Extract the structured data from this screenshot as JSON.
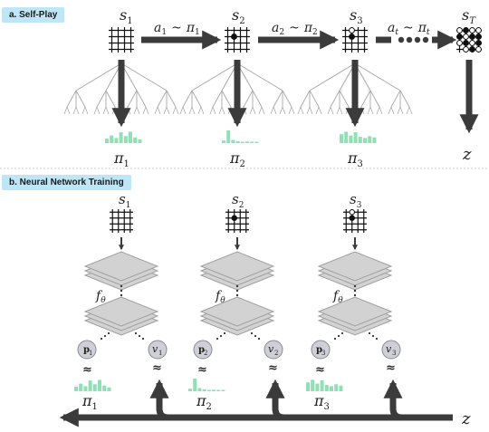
{
  "panels": {
    "a_label": "a. Self-Play",
    "b_label": "b. Neural Network Training"
  },
  "selfplay": {
    "states": [
      "s",
      "s",
      "s",
      "s"
    ],
    "state_subs": [
      "1",
      "2",
      "3",
      "T"
    ],
    "actions": [
      {
        "a": "a",
        "a_sub": "1",
        "tilde": "~",
        "pi": "π",
        "pi_sub": "1"
      },
      {
        "a": "a",
        "a_sub": "2",
        "tilde": "~",
        "pi": "π",
        "pi_sub": "2"
      },
      {
        "a": "a",
        "a_sub": "t",
        "tilde": "~",
        "pi": "π",
        "pi_sub": "t"
      }
    ],
    "policies": [
      {
        "pi": "π",
        "sub": "1",
        "bars": [
          0.35,
          0.6,
          0.4,
          0.85,
          0.55,
          0.9,
          0.45,
          0.3
        ]
      },
      {
        "pi": "π",
        "sub": "2",
        "bars": [
          0.2,
          1.0,
          0.25,
          0.15,
          0.1,
          0.12,
          0.1,
          0.08
        ]
      },
      {
        "pi": "π",
        "sub": "3",
        "bars": [
          0.7,
          0.9,
          0.6,
          0.85,
          0.5,
          0.4,
          0.55,
          0.45
        ]
      }
    ],
    "outcome": "z"
  },
  "training": {
    "states": [
      {
        "s": "s",
        "sub": "1"
      },
      {
        "s": "s",
        "sub": "2"
      },
      {
        "s": "s",
        "sub": "3"
      }
    ],
    "f": "f",
    "f_sub": "θ",
    "p_labels": [
      {
        "p": "p",
        "sub": "1"
      },
      {
        "p": "p",
        "sub": "2"
      },
      {
        "p": "p",
        "sub": "3"
      }
    ],
    "v_labels": [
      {
        "v": "v",
        "sub": "1"
      },
      {
        "v": "v",
        "sub": "2"
      },
      {
        "v": "v",
        "sub": "3"
      }
    ],
    "approx": "≈",
    "policies": [
      {
        "pi": "π",
        "sub": "1",
        "bars": [
          0.35,
          0.6,
          0.4,
          0.85,
          0.55,
          0.9,
          0.45,
          0.3
        ]
      },
      {
        "pi": "π",
        "sub": "2",
        "bars": [
          0.2,
          1.0,
          0.25,
          0.15,
          0.1,
          0.12,
          0.1,
          0.08
        ]
      },
      {
        "pi": "π",
        "sub": "3",
        "bars": [
          0.7,
          0.9,
          0.6,
          0.85,
          0.5,
          0.4,
          0.55,
          0.45
        ]
      }
    ],
    "outcome": "z"
  },
  "colors": {
    "arrow": "#3b3b3b",
    "tree": "#a8a8a8",
    "bars": "#8fe0b4",
    "layer_fill": "#d2d2d2",
    "layer_stroke": "#a0a0a0",
    "circle_fill": "#cfcfd8",
    "circle_stroke": "#8a8a95",
    "label_bg": "#bfe6f7"
  }
}
